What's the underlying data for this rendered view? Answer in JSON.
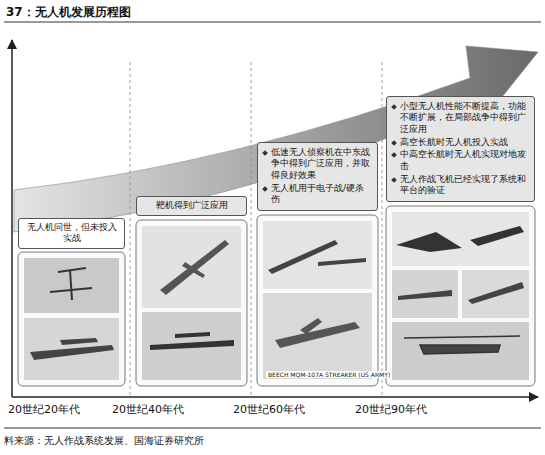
{
  "diagram": {
    "title": "37：无人机发展历程图",
    "caption": "料来源：无人作战系统发展、国海证券研究所",
    "nodes": [
      {
        "text": [
          "无人机问世，但未投入实战"
        ]
      },
      {
        "text": [
          "靶机得到广泛应用"
        ]
      },
      {
        "text": [
          "低速无人侦察机在中东战争中得到广泛应用，并取得良好效果",
          "无人机用于电子战/硬杀伤"
        ]
      },
      {
        "text": [
          "小型无人机性能不断提高，功能不断扩展，在局部战争中得到广泛应用",
          "高空长航时无人机投入实战",
          "中高空长航时无人机实现对地攻击",
          "无人作战飞机已经实现了系统和平台的验证"
        ]
      }
    ],
    "labels": [
      "20世纪20年代",
      "20世纪40年代",
      "20世纪60年代",
      "20世纪90年代",
      "BEECH MQM-107A STREAKER (US ARMY)"
    ]
  }
}
